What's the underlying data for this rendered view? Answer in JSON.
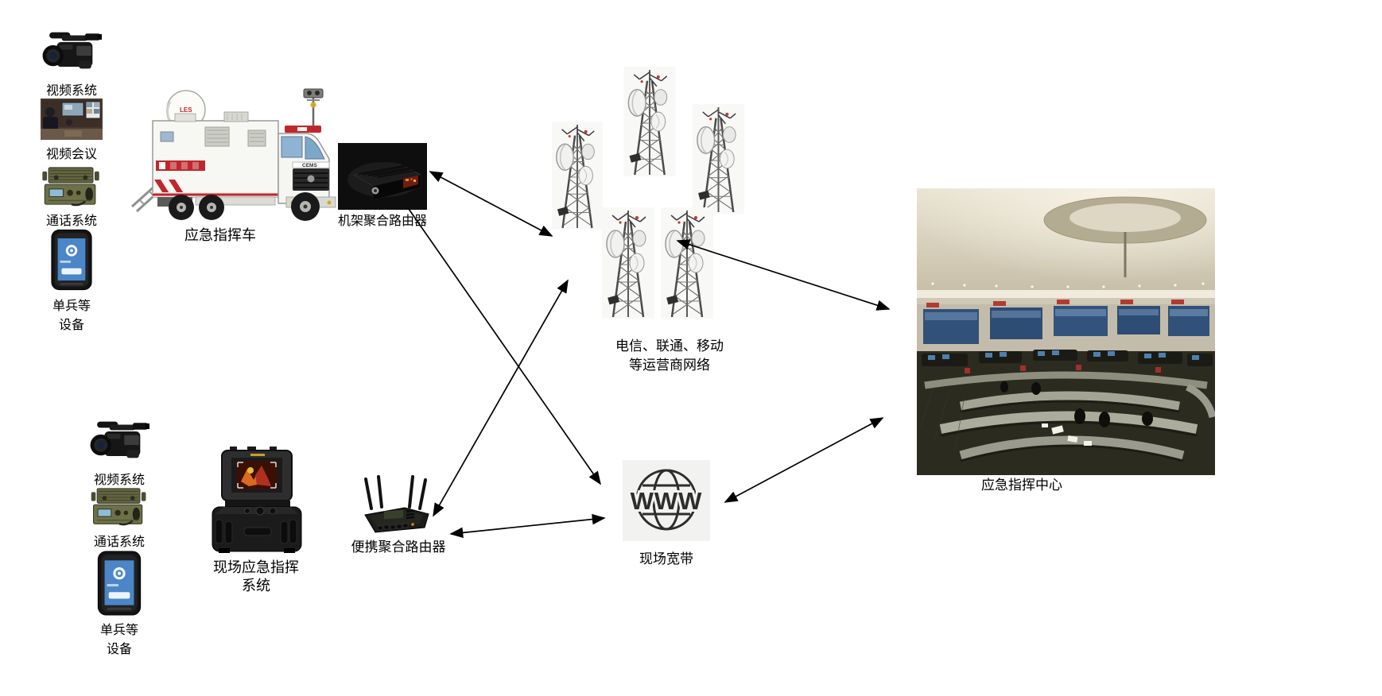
{
  "diagram": {
    "background": "#ffffff",
    "arrow_color": "#000000"
  },
  "top_left_devices": {
    "items": [
      {
        "icon": "camcorder-icon",
        "label": "视频系统"
      },
      {
        "icon": "video-conference-icon",
        "label": "视频会议"
      },
      {
        "icon": "field-radio-icon",
        "label": "通话系统"
      },
      {
        "icon": "handheld-terminal-icon",
        "label": "单兵等",
        "label2": "设备"
      }
    ]
  },
  "bottom_left_devices": {
    "items": [
      {
        "icon": "camcorder-icon",
        "label": "视频系统"
      },
      {
        "icon": "field-radio-icon",
        "label": "通话系统"
      },
      {
        "icon": "handheld-terminal-icon",
        "label": "单兵等",
        "label2": "设备"
      }
    ]
  },
  "command_vehicle": {
    "icon": "command-vehicle-icon",
    "label": "应急指挥车",
    "grille_badge": "CEMS",
    "dish_badge": "LES"
  },
  "rack_router": {
    "icon": "rack-router-icon",
    "label": "机架聚合路由器"
  },
  "carrier_network": {
    "icon": "cell-tower-icon",
    "tower_count": 5,
    "label_line1": "电信、联通、移动",
    "label_line2": "等运营商网络"
  },
  "www_node": {
    "icon": "www-globe-icon",
    "globe_text": "WWW",
    "label": "现场宽带"
  },
  "portable_command_system": {
    "icon": "portable-case-icon",
    "label_line1": "现场应急指挥",
    "label_line2": "系统"
  },
  "portable_router": {
    "icon": "portable-router-icon",
    "label": "便携聚合路由器"
  },
  "command_center": {
    "icon": "command-center-photo-icon",
    "label": "应急指挥中心"
  },
  "connections": [
    {
      "from": "rack-router",
      "to": "carrier-network",
      "bidirectional": true
    },
    {
      "from": "rack-router",
      "to": "www",
      "bidirectional": false
    },
    {
      "from": "portable-router",
      "to": "carrier-network",
      "bidirectional": true
    },
    {
      "from": "portable-router",
      "to": "www",
      "bidirectional": true
    },
    {
      "from": "carrier-network",
      "to": "command-center",
      "bidirectional": true
    },
    {
      "from": "www",
      "to": "command-center",
      "bidirectional": true
    }
  ]
}
